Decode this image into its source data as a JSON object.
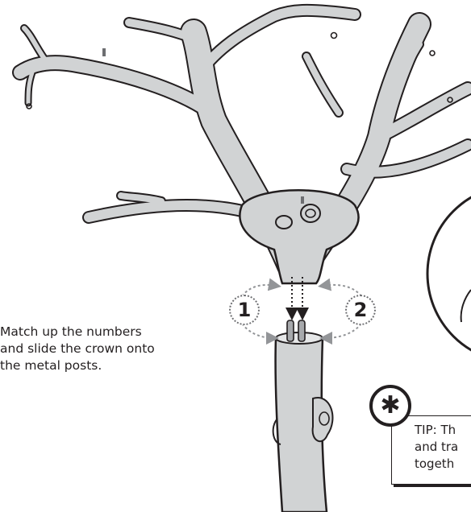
{
  "instruction": {
    "text": "Match up the numbers\nand slide the crown onto\nthe metal posts."
  },
  "tip": {
    "badge_symbol": "✱",
    "text": "TIP: Th\nand tra\ntogeth"
  },
  "steps": [
    {
      "label": "1"
    },
    {
      "label": "2"
    }
  ],
  "colors": {
    "branch_fill": "#d1d3d4",
    "outline": "#231f20",
    "arrow_gray": "#939598"
  }
}
